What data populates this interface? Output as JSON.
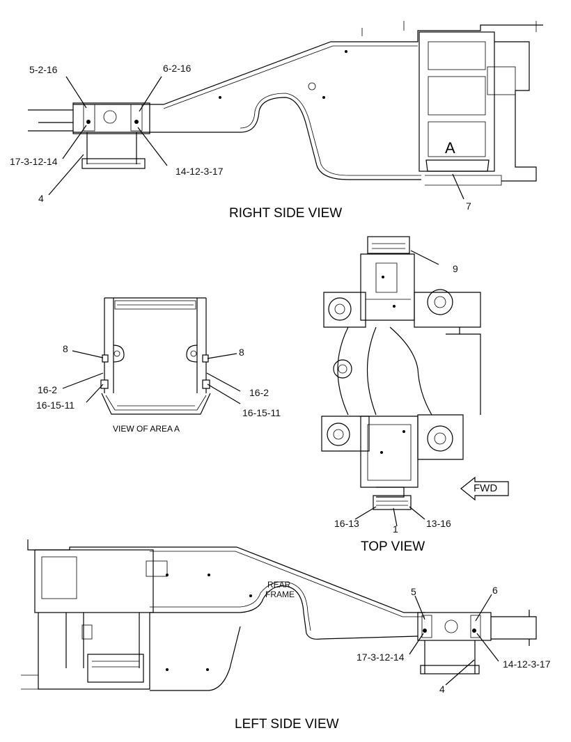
{
  "views": {
    "right_side": "RIGHT SIDE VIEW",
    "top": "TOP VIEW",
    "area_a": "VIEW OF AREA  A",
    "left_side": "LEFT SIDE VIEW"
  },
  "markers": {
    "area_letter": "A",
    "rear_frame_line1": "REAR",
    "rear_frame_line2": "FRAME",
    "forward_arrow": "FWD"
  },
  "callouts": {
    "right_side": [
      "5-2-16",
      "6-2-16",
      "17-3-12-14",
      "14-12-3-17",
      "4",
      "7"
    ],
    "area_a": [
      "8",
      "8",
      "16-2",
      "16-2",
      "16-15-11",
      "16-15-11"
    ],
    "top": [
      "9",
      "16-13",
      "1",
      "13-16"
    ],
    "left_side": [
      "5",
      "6",
      "17-3-12-14",
      "14-12-3-17",
      "4"
    ]
  }
}
